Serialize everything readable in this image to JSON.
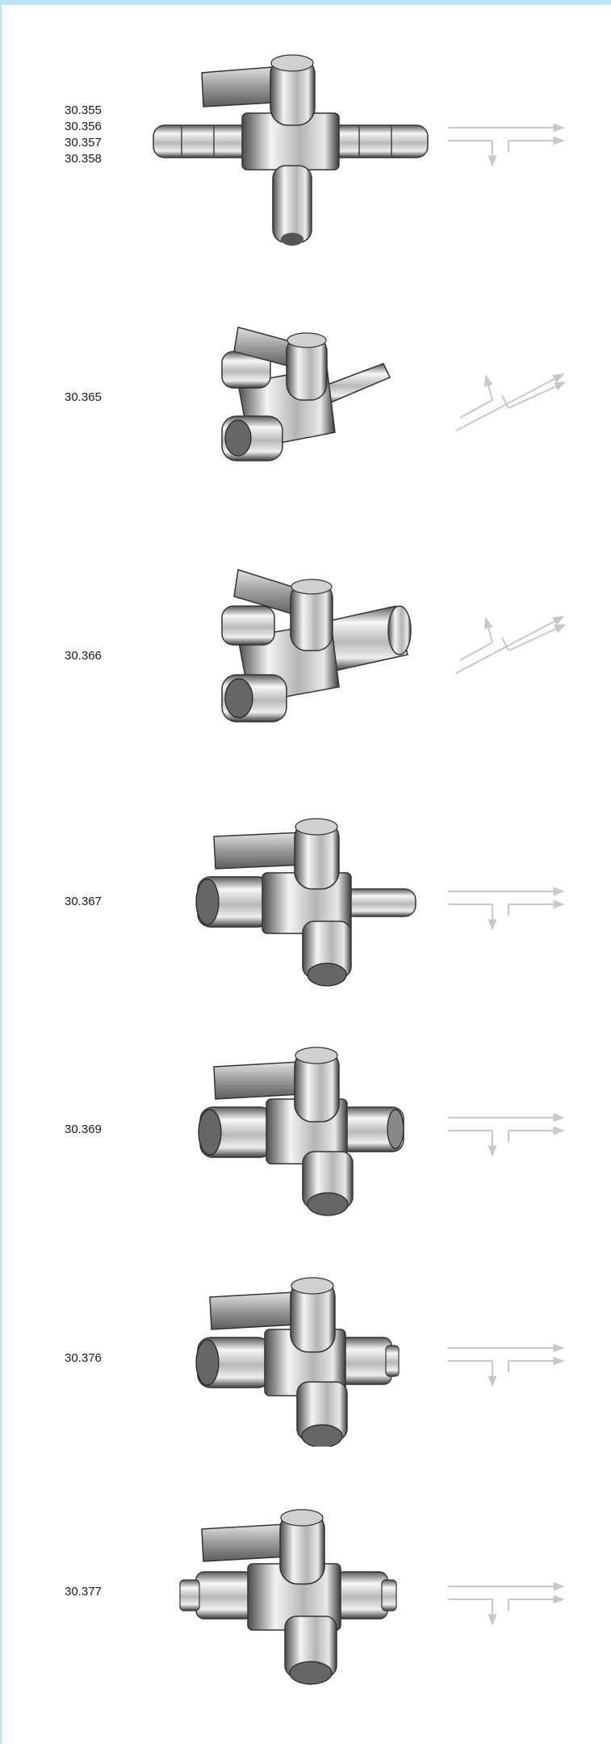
{
  "catalog": {
    "products": [
      {
        "codes": [
          "30.355",
          "30.356",
          "30.357",
          "30.358"
        ],
        "valve_type": "three-way-hose-tee",
        "flow": "tee-straight"
      },
      {
        "codes": [
          "30.365"
        ],
        "valve_type": "two-way-angled",
        "flow": "diagonal"
      },
      {
        "codes": [
          "30.366"
        ],
        "valve_type": "two-way-angled-coupling",
        "flow": "diagonal"
      },
      {
        "codes": [
          "30.367"
        ],
        "valve_type": "three-way-luer-hose",
        "flow": "tee-straight"
      },
      {
        "codes": [
          "30.369"
        ],
        "valve_type": "three-way-luer",
        "flow": "tee-straight"
      },
      {
        "codes": [
          "30.376"
        ],
        "valve_type": "three-way-luer-lock",
        "flow": "tee-straight"
      },
      {
        "codes": [
          "30.377"
        ],
        "valve_type": "three-way-double-lock",
        "flow": "tee-straight"
      }
    ],
    "colors": {
      "border": "#bfe3f2",
      "arrow": "#c8c8c8",
      "metal_light": "#f4f4f4",
      "metal_mid": "#a9a9a9",
      "metal_dark": "#3a3a3a"
    }
  }
}
